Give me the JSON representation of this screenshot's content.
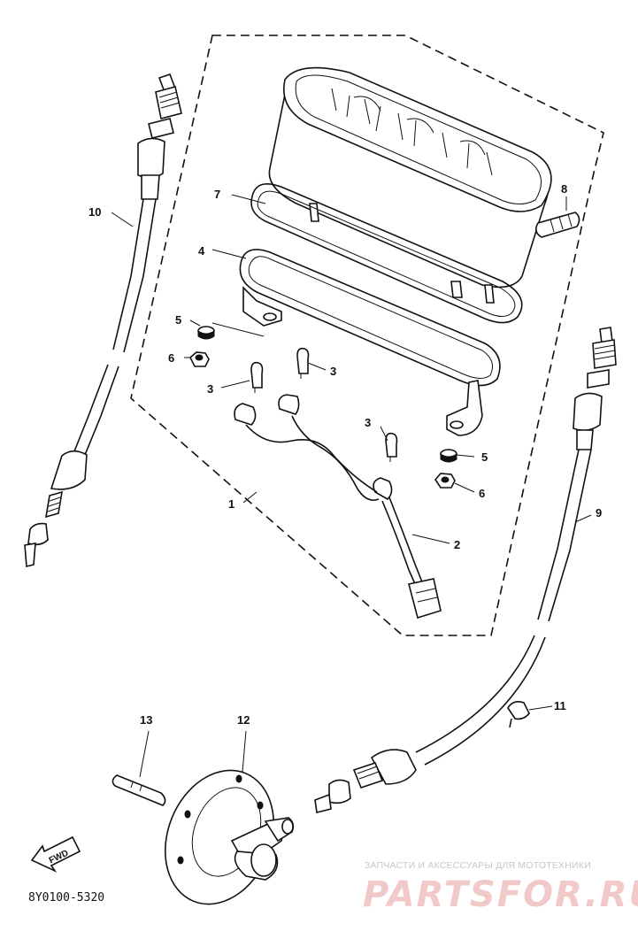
{
  "callouts": {
    "c1": "1",
    "c2": "2",
    "c3a": "3",
    "c3b": "3",
    "c3c": "3",
    "c4": "4",
    "c5a": "5",
    "c5b": "5",
    "c6a": "6",
    "c6b": "6",
    "c7": "7",
    "c8": "8",
    "c9": "9",
    "c10": "10",
    "c11": "11",
    "c12": "12",
    "c13": "13"
  },
  "figure_code": "8Y0100-5320",
  "direction_label": "FWD",
  "watermark": {
    "tagline": "ЗАПЧАСТИ И АКСЕССУАРЫ ДЛЯ МОТОТЕХНИКИ",
    "brand": "PARTSFOR.RU"
  },
  "colors": {
    "line": "#111111",
    "watermark_brand": "#f2c9c9",
    "watermark_text": "#c7c7c7"
  }
}
